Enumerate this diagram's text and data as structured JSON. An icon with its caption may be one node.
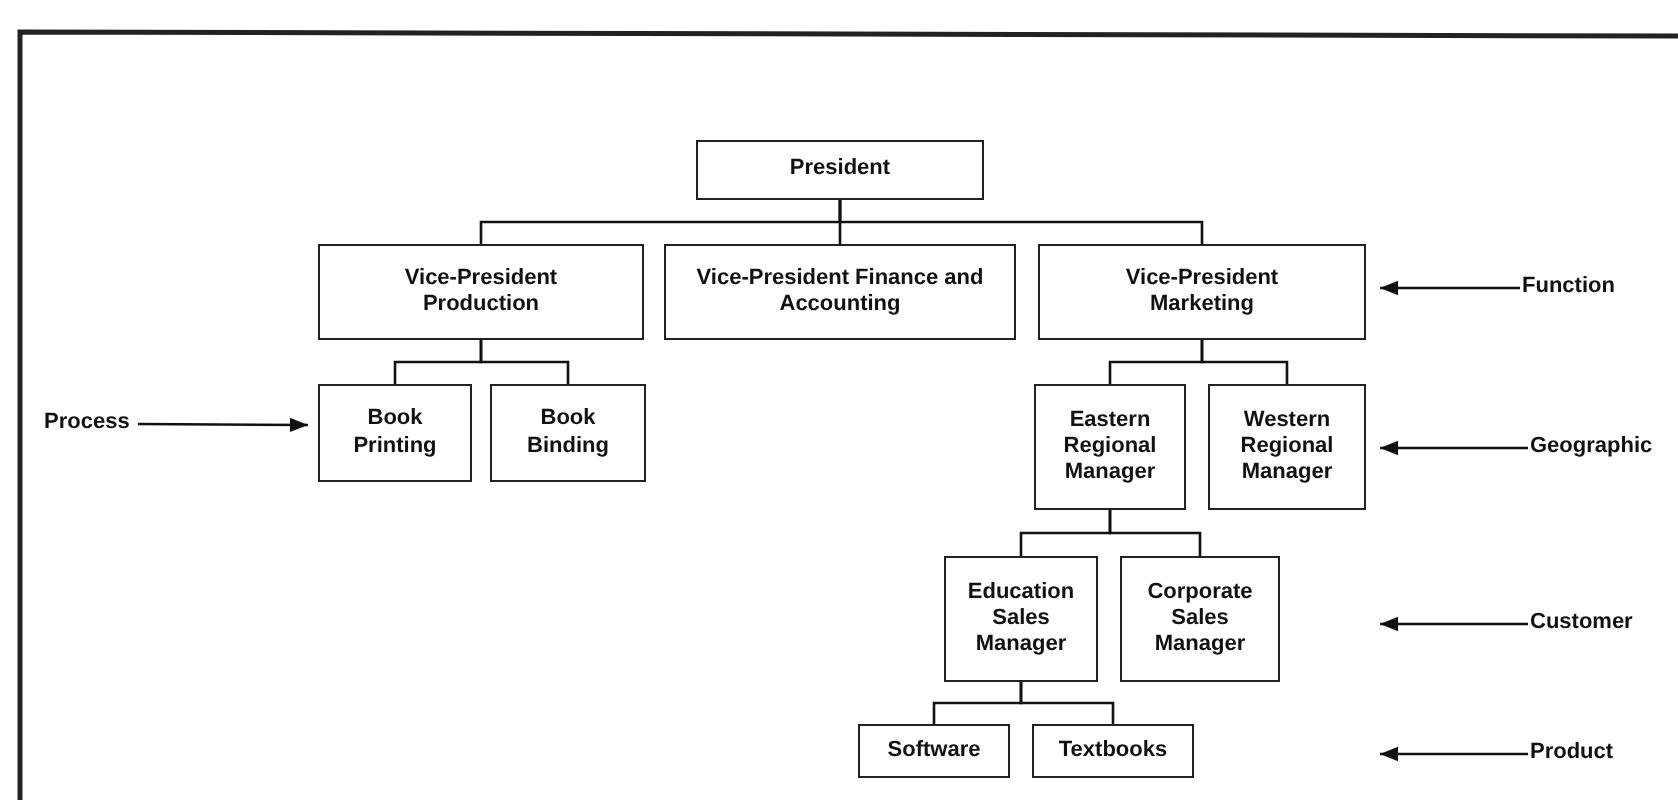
{
  "diagram": {
    "nodes": [
      {
        "text": [
          "President"
        ]
      },
      {
        "text": [
          "Vice-President Production"
        ]
      },
      {
        "text": [
          "Vice-President Finance and Accounting"
        ]
      },
      {
        "text": [
          "Vice-President Marketing"
        ]
      },
      {
        "text": [
          "Book Printing"
        ]
      },
      {
        "text": [
          "Book Binding"
        ]
      },
      {
        "text": [
          "Eastern Regional Manager"
        ]
      },
      {
        "text": [
          "Western Regional Manager"
        ]
      },
      {
        "text": [
          "Education Sales Manager"
        ]
      },
      {
        "text": [
          "Corporate Sales Manager"
        ]
      },
      {
        "text": [
          "Software"
        ]
      },
      {
        "text": [
          "Textbooks"
        ]
      },
      {
        "text": [
          "Function"
        ]
      },
      {
        "text": [
          "Geographic"
        ]
      },
      {
        "text": [
          "Customer"
        ]
      },
      {
        "text": [
          "Product"
        ]
      },
      {
        "text": [
          "Process"
        ]
      }
    ],
    "edges": [
      {
        "from": 0,
        "to": 1,
        "arrow": "none"
      },
      {
        "from": 0,
        "to": 2,
        "arrow": "none"
      },
      {
        "from": 0,
        "to": 3,
        "arrow": "none"
      },
      {
        "from": 1,
        "to": 4,
        "arrow": "none"
      },
      {
        "from": 1,
        "to": 5,
        "arrow": "none"
      },
      {
        "from": 3,
        "to": 6,
        "arrow": "none"
      },
      {
        "from": 3,
        "to": 7,
        "arrow": "none"
      },
      {
        "from": 6,
        "to": 8,
        "arrow": "none"
      },
      {
        "from": 6,
        "to": 9,
        "arrow": "none"
      },
      {
        "from": 8,
        "to": 10,
        "arrow": "none"
      },
      {
        "from": 8,
        "to": 11,
        "arrow": "none"
      },
      {
        "from": 12,
        "to": 3,
        "arrow": "to"
      },
      {
        "from": 13,
        "to": 7,
        "arrow": "to"
      },
      {
        "from": 14,
        "to": null,
        "arrow": "to"
      },
      {
        "from": 15,
        "to": null,
        "arrow": "to"
      },
      {
        "from": 16,
        "to": 4,
        "arrow": "to"
      }
    ]
  }
}
